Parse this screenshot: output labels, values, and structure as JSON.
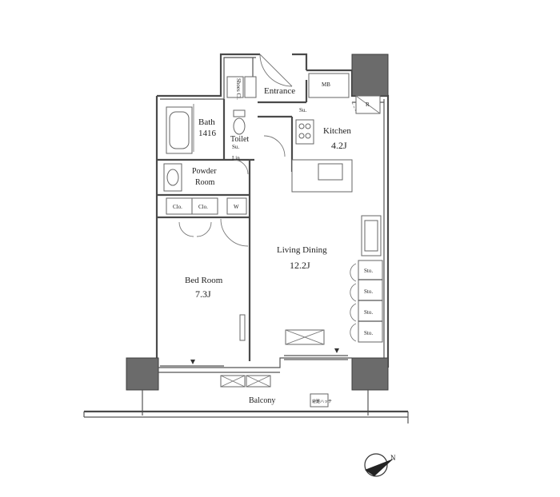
{
  "rooms": {
    "entrance": "Entrance",
    "bath": "Bath",
    "bath_size": "1416",
    "toilet": "Toilet",
    "kitchen": "Kitchen",
    "kitchen_area": "4.2J",
    "powder_room_line1": "Powder",
    "powder_room_line2": "Room",
    "living_dining": "Living Dining",
    "living_dining_area": "12.2J",
    "bed_room": "Bed Room",
    "bed_room_area": "7.3J",
    "balcony": "Balcony"
  },
  "fixtures": {
    "shoe_closet": "Shoes Cl.",
    "mb": "MB",
    "refrigerator": "R",
    "su_kitchen": "Su.",
    "su_toilet": "Su.",
    "lin": "Lin",
    "clo1": "Clo.",
    "clo2": "Clo.",
    "w": "W",
    "sto1": "Sto.",
    "sto2": "Sto.",
    "sto3": "Sto.",
    "sto4": "Sto.",
    "sink_counter": "Sink",
    "balcony_box": "避難ハッチ"
  },
  "compass": {
    "label": "N"
  },
  "colors": {
    "walls": "#4a4a4a",
    "columns": "#6b6b6b",
    "background": "#ffffff"
  }
}
